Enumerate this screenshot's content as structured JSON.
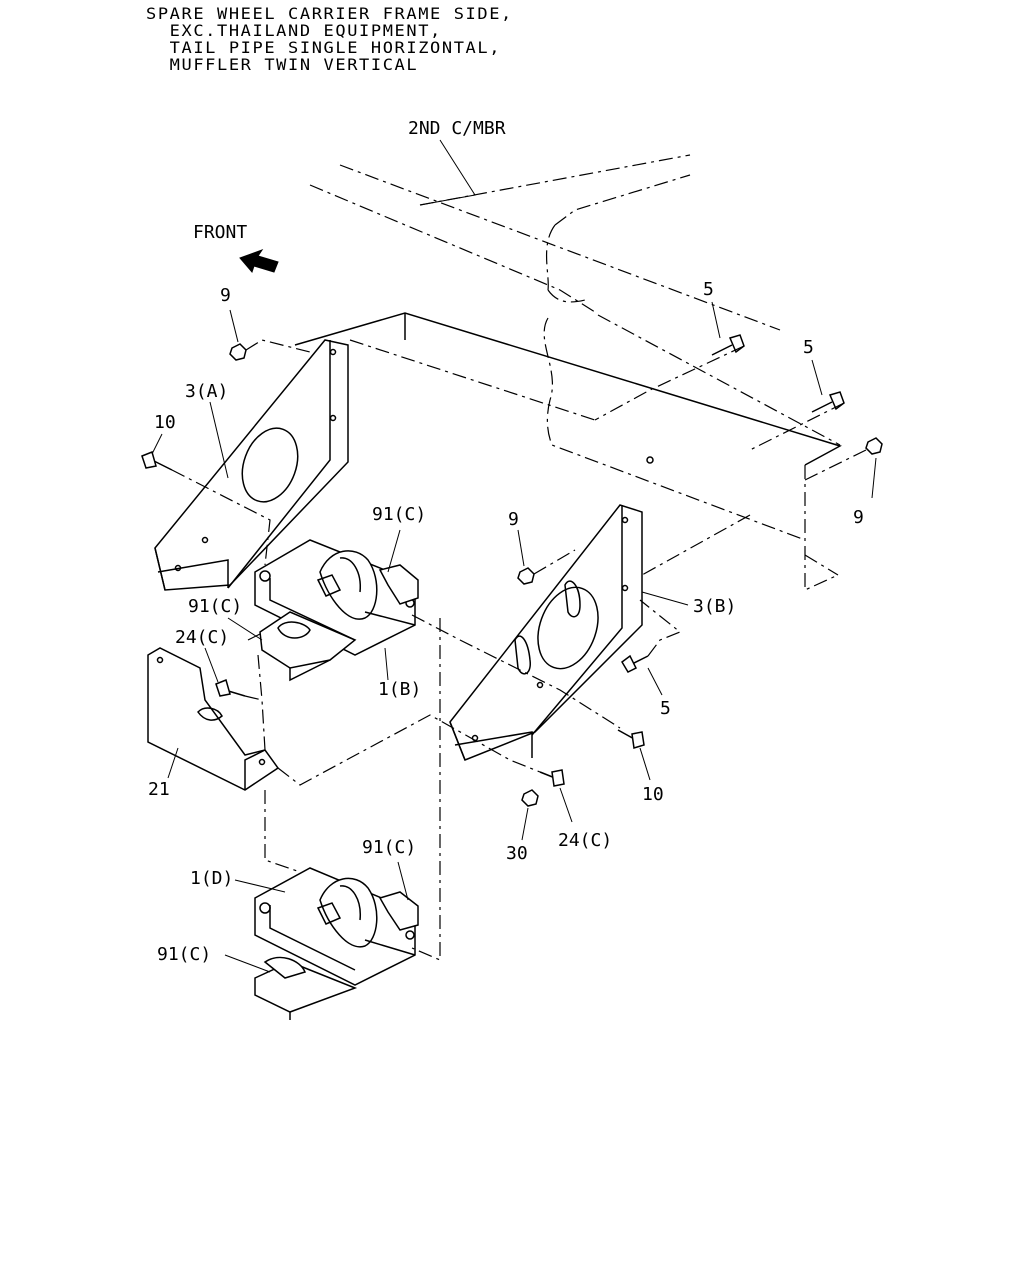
{
  "title_lines": [
    "SPARE WHEEL CARRIER FRAME SIDE,",
    "  EXC.THAILAND EQUIPMENT,",
    "  TAIL PIPE SINGLE HORIZONTAL,",
    "  MUFFLER TWIN VERTICAL"
  ],
  "labels": {
    "frame_member": "2ND C/MBR",
    "front": "FRONT",
    "nut_9_a": "9",
    "bracket_3a": "3(A)",
    "bolt_10_a": "10",
    "bolt_5_a": "5",
    "bolt_5_b": "5",
    "nut_9_b": "9",
    "nut_9_c": "9",
    "cushion_91c_a": "91(C)",
    "bracket_3b": "3(B)",
    "cushion_91c_b": "91(C)",
    "bolt_24c_a": "24(C)",
    "hanger_1b": "1(B)",
    "bolt_5_c": "5",
    "bolt_10_b": "10",
    "plate_21": "21",
    "nut_30": "30",
    "bolt_24c_b": "24(C)",
    "cushion_91c_c": "91(C)",
    "hanger_1d": "1(D)",
    "cushion_91c_d": "91(C)"
  }
}
